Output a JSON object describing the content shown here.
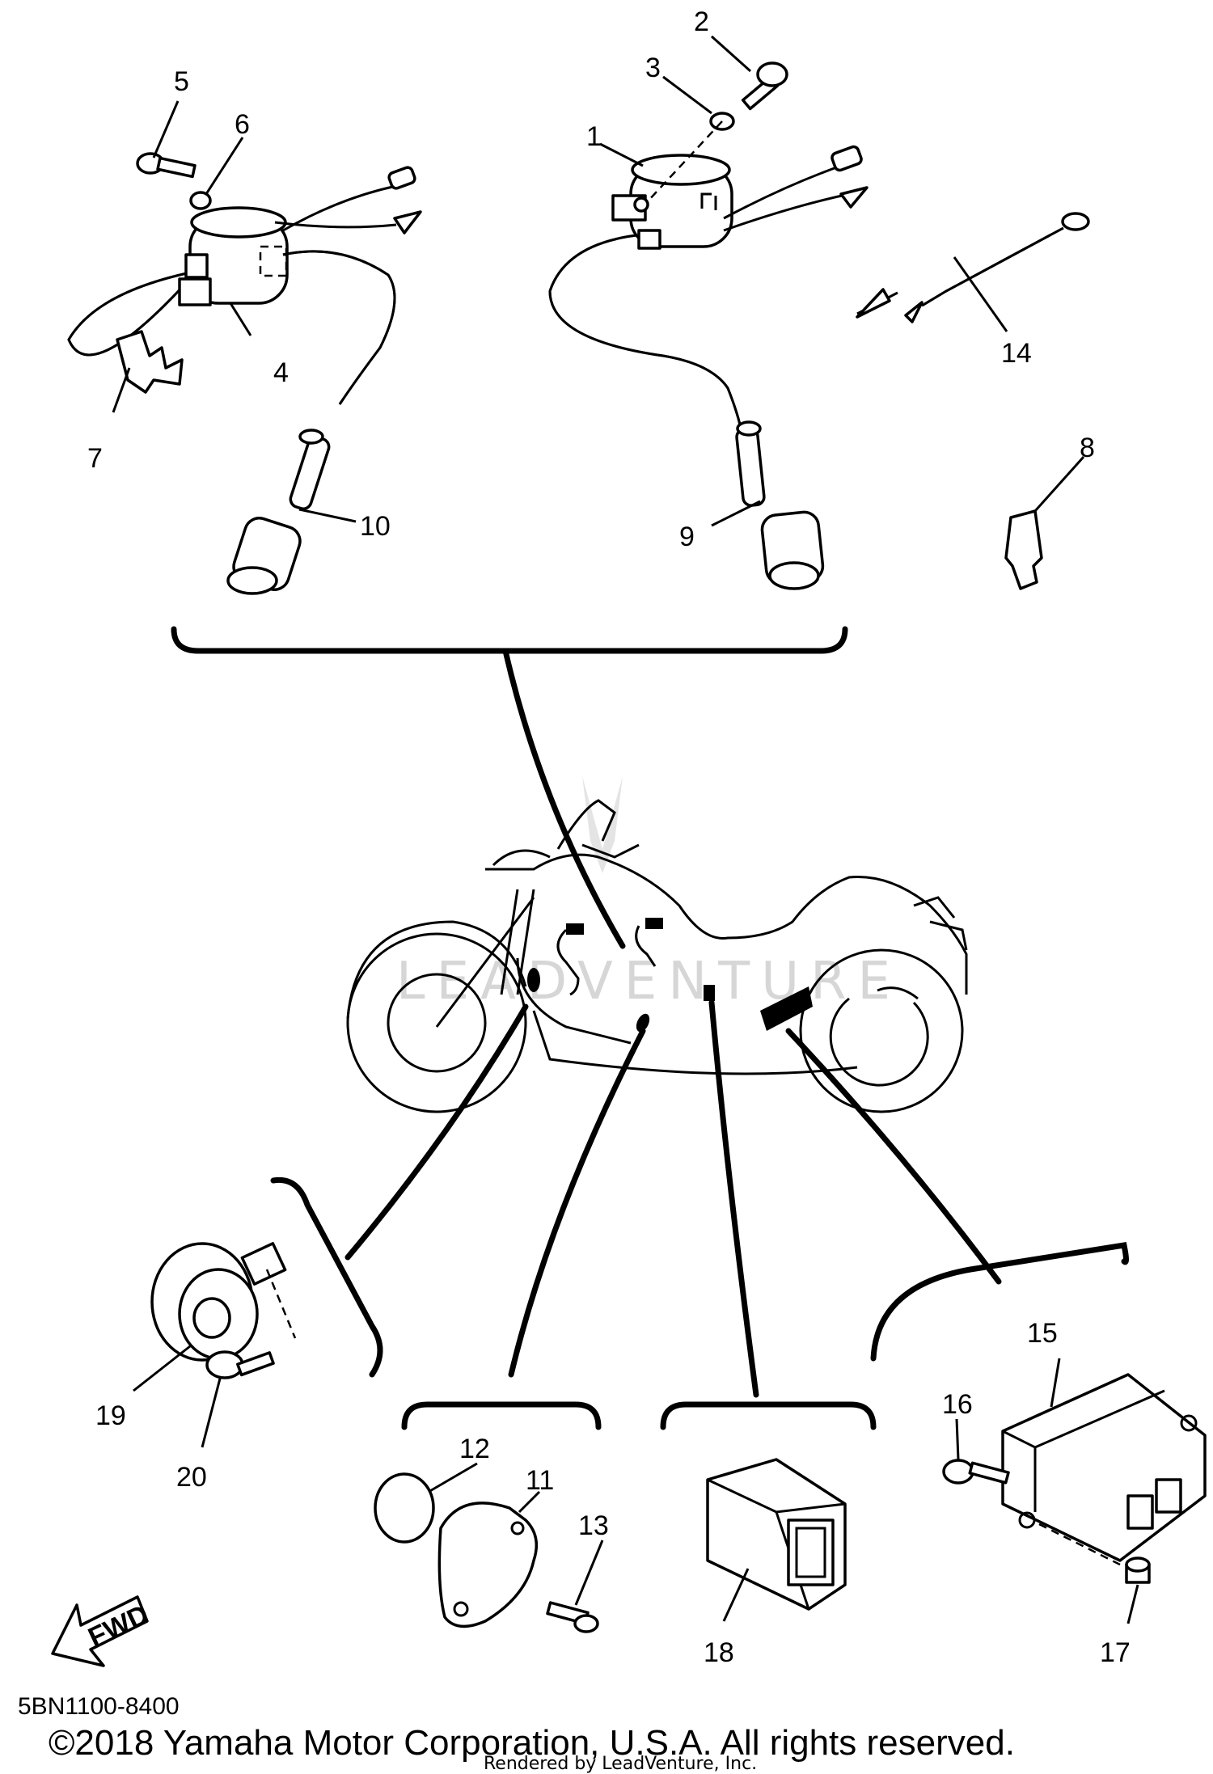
{
  "watermark": "LEADVENTURE",
  "fwd_label": "FWD",
  "part_code": "5BN1100-8400",
  "copyright": "©2018 Yamaha Motor Corporation, U.S.A. All rights reserved.",
  "rendered_by": "Rendered by LeadVenture, Inc.",
  "callouts": [
    "1",
    "2",
    "3",
    "4",
    "5",
    "6",
    "7",
    "8",
    "9",
    "10",
    "11",
    "12",
    "13",
    "14",
    "15",
    "16",
    "17",
    "18",
    "19",
    "20"
  ]
}
